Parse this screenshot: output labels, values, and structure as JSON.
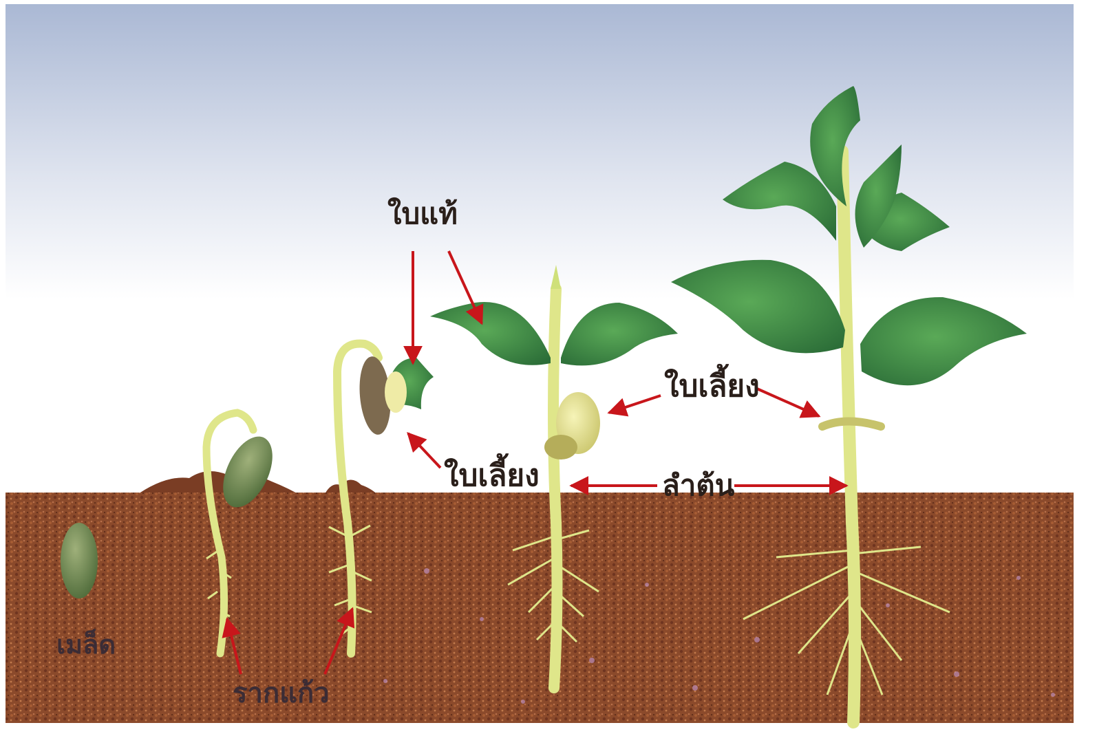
{
  "labels": {
    "seed": "เมล็ด",
    "radicle": "รากแก้ว",
    "true_leaf": "ใบแท้",
    "cotyledon_left": "ใบเลี้ยง",
    "cotyledon_right": "ใบเลี้ยง",
    "stem": "ลำต้น"
  },
  "colors": {
    "sky_top": "#aebbd6",
    "sky_bottom": "#ffffff",
    "soil": "#8a4a2c",
    "arrow": "#c8161b",
    "leaf": "#3f8f46",
    "stem": "#dfe68a"
  },
  "stages": [
    "seed",
    "germinating-seed",
    "hook-seedling",
    "cotyledon-seedling",
    "young-plant"
  ]
}
